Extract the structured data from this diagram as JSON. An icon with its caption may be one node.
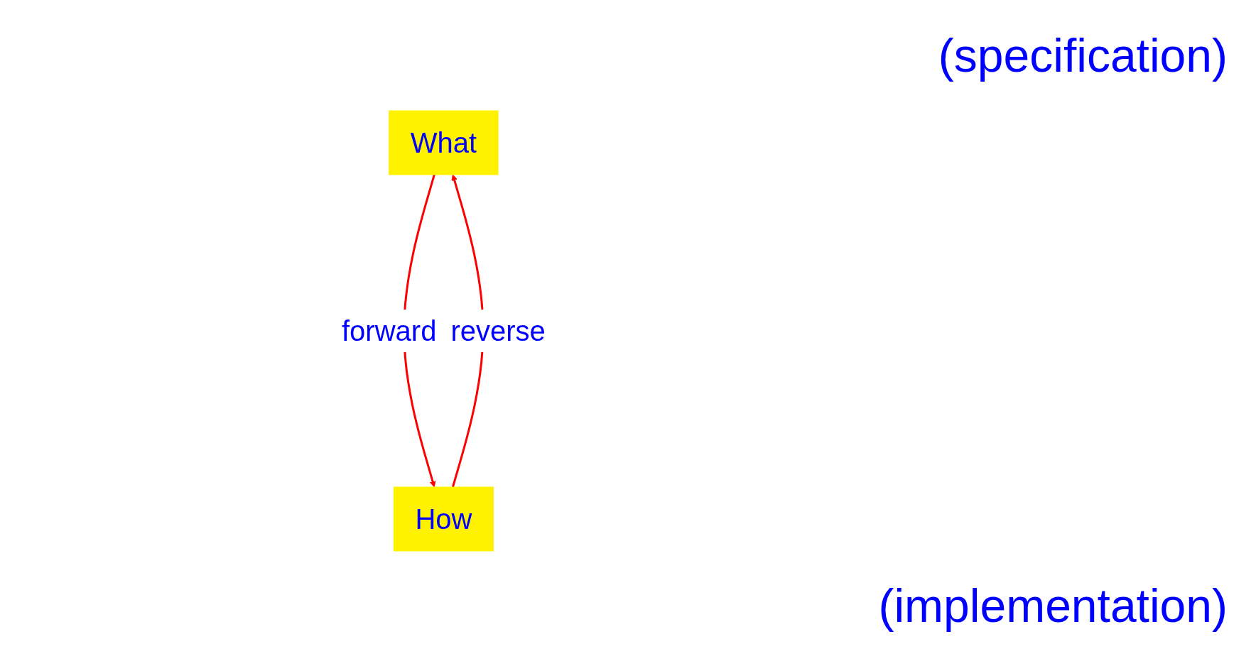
{
  "diagram": {
    "nodes": [
      {
        "text": [
          "What"
        ]
      },
      {
        "text": [
          "How"
        ]
      }
    ],
    "edges": [
      {
        "from": 0,
        "to": 1,
        "arrow": "to",
        "label": "forward"
      },
      {
        "from": 1,
        "to": 0,
        "arrow": "to",
        "label": "reverse"
      }
    ],
    "labels": [
      "(specification)",
      "(implementation)"
    ]
  }
}
